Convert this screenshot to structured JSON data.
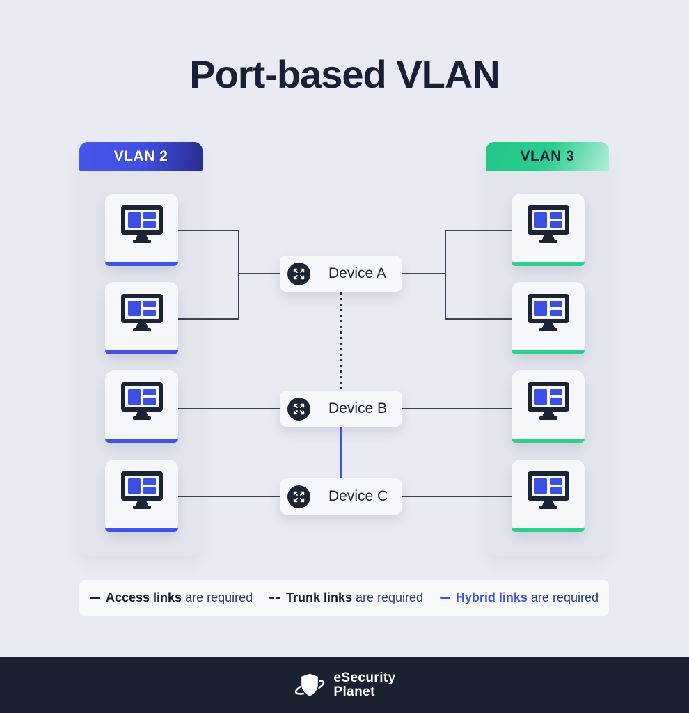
{
  "title": "Port-based VLAN",
  "vlans": {
    "left": {
      "label": "VLAN 2",
      "accent_color": "#4152E8",
      "header_gradient": [
        "#4656E8",
        "#2A2C8E"
      ],
      "computer_count": 4
    },
    "right": {
      "label": "VLAN 3",
      "accent_color": "#2FD08E",
      "header_gradient": [
        "#23C687",
        "#B2EFD7"
      ],
      "computer_count": 4
    }
  },
  "devices": [
    {
      "label": "Device A"
    },
    {
      "label": "Device B"
    },
    {
      "label": "Device C"
    }
  ],
  "links": {
    "access_color": "#3A4254",
    "trunk_color": "#232D3E",
    "hybrid_color": "#4152E8"
  },
  "legend": {
    "items": [
      {
        "type": "access",
        "marker": "solid-dark",
        "term": "Access links",
        "suffix": "are required"
      },
      {
        "type": "trunk",
        "marker": "dashed-dark",
        "term": "Trunk links",
        "suffix": "are required"
      },
      {
        "type": "hybrid",
        "marker": "solid-blue",
        "term": "Hybrid links",
        "suffix": "are required"
      }
    ]
  },
  "footer": {
    "brand_top": "eSecurity",
    "brand_bottom": "Planet"
  },
  "icons": {
    "computer": "monitor-icon",
    "device": "expand-arrows-icon",
    "brand": "shield-planet-icon"
  }
}
